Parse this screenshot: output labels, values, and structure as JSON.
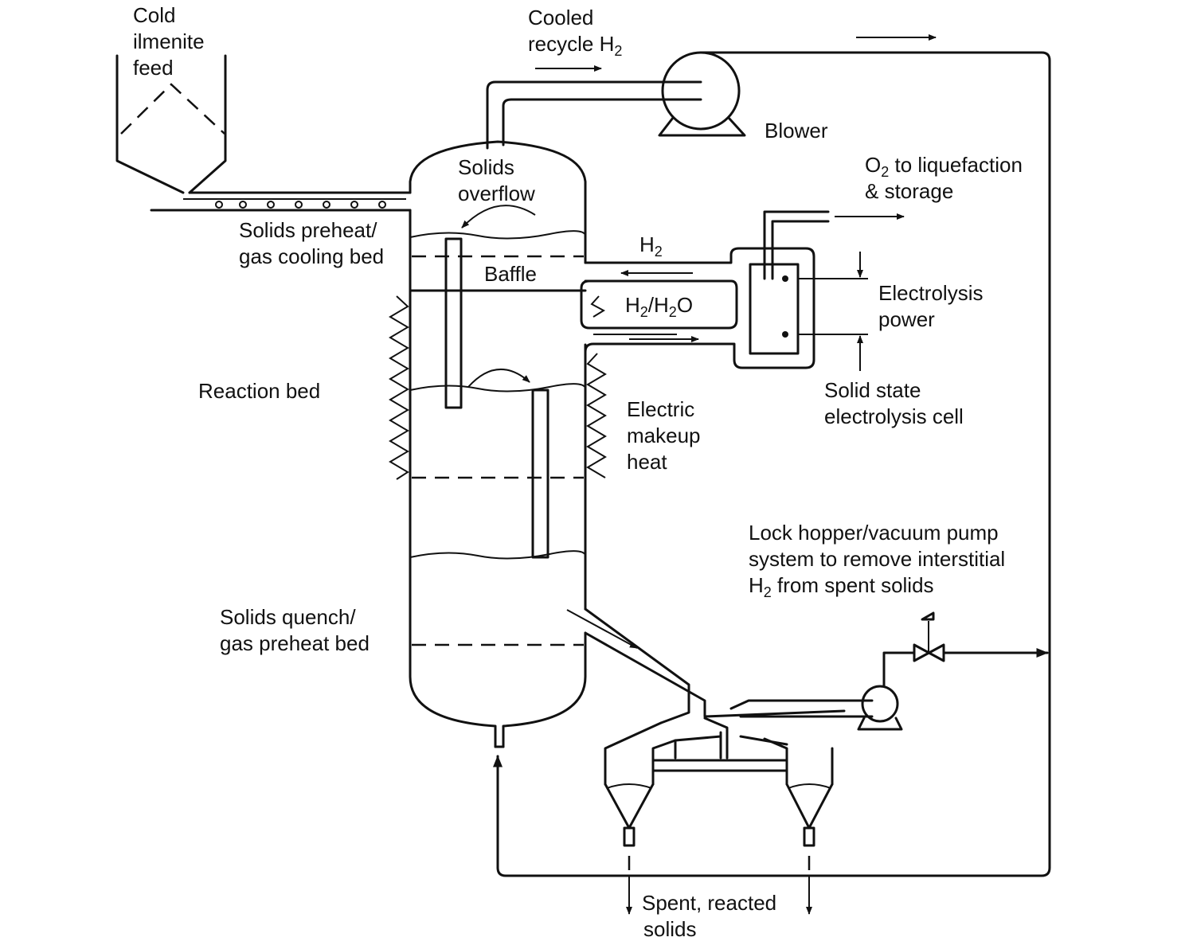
{
  "labels": {
    "cold_feed": [
      "Cold",
      "ilmenite",
      "feed"
    ],
    "cooled_recycle": [
      "Cooled",
      "recycle H"
    ],
    "cooled_recycle_sub": "2",
    "blower": "Blower",
    "solids_overflow": [
      "Solids",
      "overflow"
    ],
    "o2_line1_pre": "O",
    "o2_line1_sub": "2",
    "o2_line1_post": " to liquefaction",
    "o2_line2": "& storage",
    "preheat_bed": [
      "Solids preheat/",
      "gas cooling bed"
    ],
    "h2_pre": "H",
    "h2_sub": "2",
    "baffle": "Baffle",
    "h2h2o_pre": "H",
    "h2h2o_sub1": "2",
    "h2h2o_mid": "/H",
    "h2h2o_sub2": "2",
    "h2h2o_post": "O",
    "electrolysis_power": [
      "Electrolysis",
      "power"
    ],
    "reaction_bed": "Reaction bed",
    "cell": [
      "Solid state",
      "electrolysis cell"
    ],
    "makeup_heat": [
      "Electric",
      "makeup",
      "heat"
    ],
    "lock_hopper": [
      "Lock hopper/vacuum pump",
      "system to remove interstitial"
    ],
    "lock_hopper_l3_pre": "H",
    "lock_hopper_l3_sub": "2",
    "lock_hopper_l3_post": " from spent solids",
    "quench_bed": [
      "Solids quench/",
      "gas preheat bed"
    ],
    "spent_solids": [
      "Spent, reacted",
      "solids"
    ]
  }
}
